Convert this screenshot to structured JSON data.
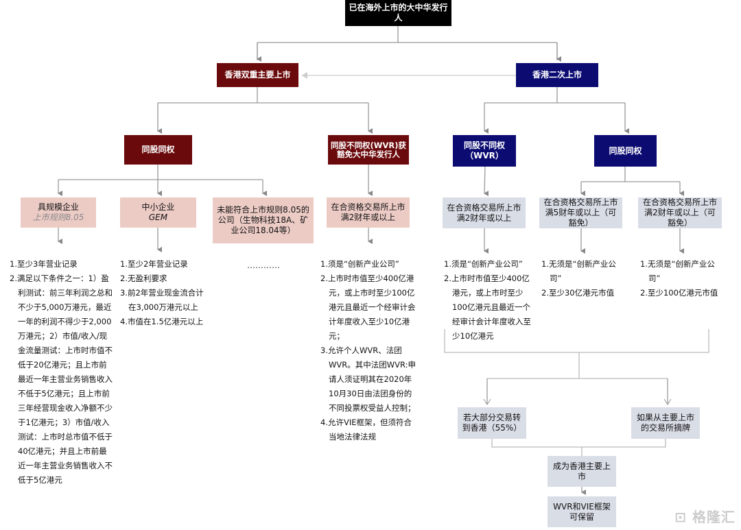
{
  "root": "已在海外上市的大中华发行人",
  "primary": {
    "title": "香港双重主要上市",
    "same_rights": "同股同权",
    "wvr": "同股不同权(WVR)获豁免大中华发行人",
    "large": {
      "title": "具规模企业",
      "sub": "上市规则8.05"
    },
    "sme": {
      "title": "中小企业",
      "sub": "GEM"
    },
    "other": "未能符合上市规则8.05的公司（生物科技18A、矿业公司18.04等）",
    "other_ellipsis": "…………",
    "wvr_cond": "在合资格交易所上市满2财年或以上",
    "large_reqs": [
      "1.至少3年营业记录",
      "2.满足以下条件之一：1）盈利测试：前三年利润之总和不少于5,000万港元，最近一年的利润不得少于2,000万港元；2）市值/收入/现金流量测试：上市时市值不低于20亿港元；且上市前最近一年主营业务销售收入不低于5亿港元；且上市前三年经营现金收入净额不少于1亿港元；3）市值/收入测试：上市时总市值不低于40亿港元；并且上市前最近一年主营业务销售收入不低于5亿港元"
    ],
    "sme_reqs": [
      "1.至少2年营业记录",
      "2.无盈利要求",
      "3.前2年营业现金流合计在3,000万港元以上",
      "4.市值在1.5亿港元以上"
    ],
    "wvr_reqs": [
      "1.须是“创新产业公司”",
      "2.上市时市值至少400亿港元，或上市时至少100亿港元且最近一个经审计会计年度收入至少10亿港元；",
      "3.允许个人WVR、法团WVR。其中法团WVR:申请人须证明其在2020年10月30日由法团身份的不同投票权受益人控制；",
      "4.允许VIE框架，但须符合当地法律法规"
    ]
  },
  "secondary": {
    "title": "香港二次上市",
    "wvr": "同股不同权（WVR）",
    "same_rights": "同股同权",
    "wvr_cond": "在合资格交易所上市满2财年或以上",
    "same_cond_5": "在合资格交易所上市满5财年或以上（可豁免）",
    "same_cond_2": "在合资格交易所上市满2财年或以上（可豁免）",
    "wvr_reqs": [
      "1.须是“创新产业公司”",
      "2.上市时市值至少400亿港元，或上市时至少100亿港元且最近一个经审计会计年度收入至少10亿港元"
    ],
    "same5_reqs": [
      "1.无须是“创新产业公司”",
      "2.至少30亿港元市值"
    ],
    "same2_reqs": [
      "1.无须是“创新产业公司”",
      "2.至少100亿港元市值"
    ],
    "shift": "若大部分交易转到香港（55%）",
    "delist": "如果从主要上市的交易所摘牌",
    "become": "成为香港主要上市",
    "retain": "WVR和VIE框架可保留"
  },
  "watermark": "格隆汇",
  "colors": {
    "dark_red": "#6b0a0c",
    "navy": "#0b0b72",
    "pink": "#eccbc5",
    "grey": "#d9dde6"
  }
}
